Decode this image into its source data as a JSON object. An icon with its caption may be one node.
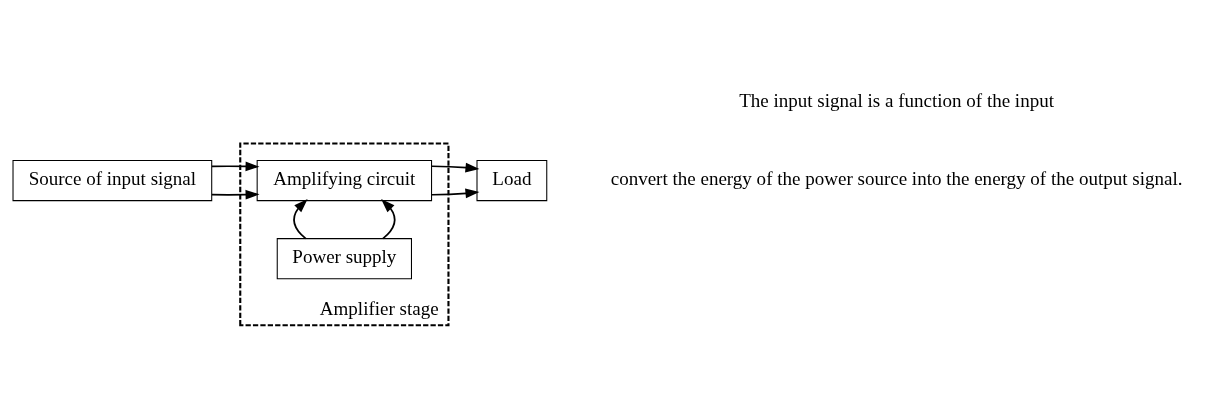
{
  "diagram": {
    "nodes": [
      {
        "text": [
          "Source of input signal"
        ]
      },
      {
        "text": [
          "Amplifier stage"
        ]
      },
      {
        "text": [
          "Amplifying circuit"
        ],
        "in": 1
      },
      {
        "text": [
          "Power supply"
        ],
        "in": 1
      },
      {
        "text": [
          "Load"
        ]
      }
    ],
    "edges": [
      {
        "from": 0,
        "to": 2,
        "arrow": "to"
      },
      {
        "from": 0,
        "to": 2,
        "arrow": "to"
      },
      {
        "from": 2,
        "to": 4,
        "arrow": "to"
      },
      {
        "from": 2,
        "to": 4,
        "arrow": "to"
      },
      {
        "from": 3,
        "to": 2,
        "arrow": "to"
      },
      {
        "from": 3,
        "to": 2,
        "arrow": "to"
      }
    ],
    "labels": [
      "convert the energy of the power source into the energy of the output signal.",
      "The input signal is a function of the input"
    ]
  }
}
